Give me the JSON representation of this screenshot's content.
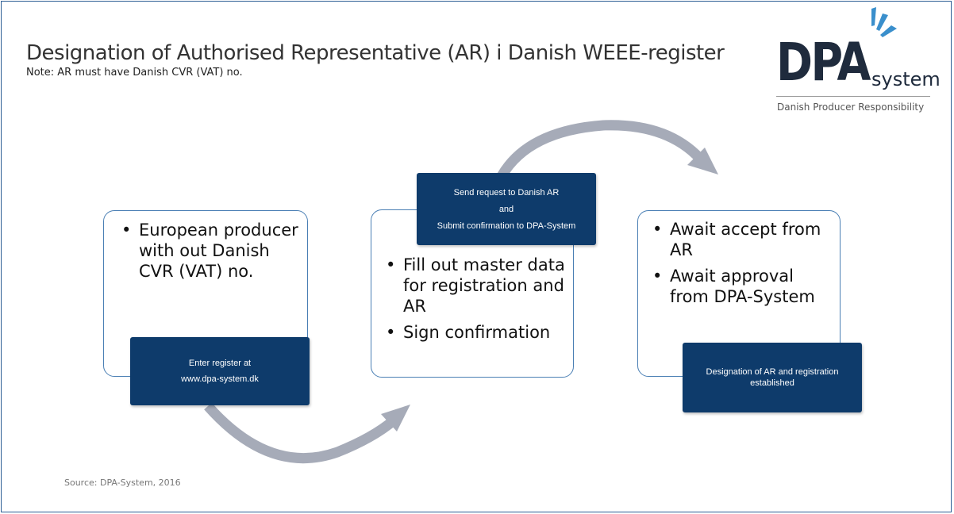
{
  "title": "Designation of Authorised Representative (AR) i Danish WEEE-register",
  "note": "Note: AR must have Danish CVR (VAT) no.",
  "logo": {
    "word": "DPA",
    "sub": "system",
    "tagline": "Danish Producer Responsibility"
  },
  "steps": [
    {
      "bullets": [
        "European producer with out Danish CVR (VAT) no."
      ],
      "action": [
        "Enter register at",
        "www.dpa-system.dk"
      ]
    },
    {
      "bullets": [
        "Fill out master data for registration and AR",
        "Sign confirmation"
      ],
      "action": [
        "Send request to Danish AR",
        "and",
        "Submit confirmation to DPA-System"
      ]
    },
    {
      "bullets": [
        "Await accept from AR",
        "Await approval from DPA-System"
      ],
      "action": [
        "Designation of AR and registration established"
      ]
    }
  ],
  "source": "Source: DPA-System, 2016",
  "colors": {
    "border": "#2e5f95",
    "card_border": "#4a7fb4",
    "action_box": "#0e3b6b",
    "arrow": "#a6abb8",
    "logo_rays": "#3a8fcc"
  }
}
